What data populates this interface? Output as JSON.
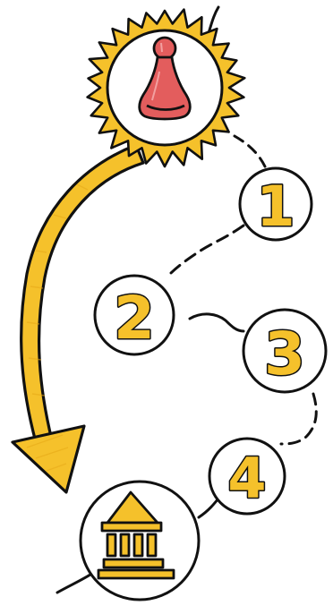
{
  "colors": {
    "outline": "#111111",
    "accent": "#f5c12b",
    "accent_dark": "#e6a817",
    "pawn": "#e35d5d",
    "pawn_highlight": "#f2a0a0",
    "background": "#ffffff"
  },
  "icons": {
    "start": "game-pawn-icon",
    "goal": "bank-building-icon",
    "arrow": "curved-arrow-icon"
  },
  "steps": [
    {
      "label": "1"
    },
    {
      "label": "2"
    },
    {
      "label": "3"
    },
    {
      "label": "4"
    }
  ]
}
